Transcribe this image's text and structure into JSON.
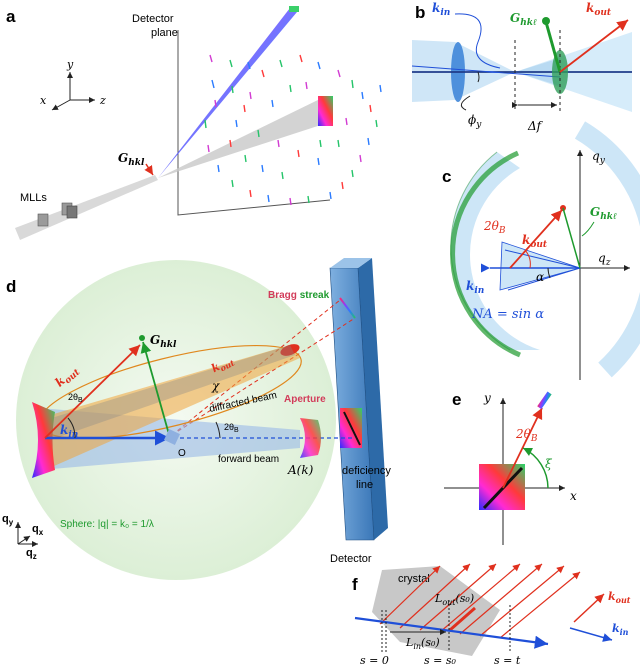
{
  "panels": {
    "a": {
      "label": "a",
      "detector": "Detector",
      "plane": "plane",
      "axis_x": "x",
      "axis_y": "y",
      "axis_z": "z",
      "g_vector": "G",
      "g_sub": "hkl",
      "mlls": "MLLs"
    },
    "b": {
      "label": "b",
      "k_in": "k",
      "k_in_sub": "in",
      "g_vector": "G",
      "g_sub": "hkℓ",
      "k_out": "k",
      "k_out_sub": "out",
      "phi": "ϕ",
      "phi_sub": "y",
      "delta_f": "Δf"
    },
    "c": {
      "label": "c",
      "qy": "q",
      "qy_sub": "y",
      "qz": "q",
      "qz_sub": "z",
      "two_theta": "2θ",
      "two_theta_sub": "B",
      "k_out": "k",
      "k_out_sub": "out",
      "g_vector": "G",
      "g_sub": "hkℓ",
      "k_in": "k",
      "k_in_sub": "in",
      "alpha": "α",
      "na_text": "NA = sin α"
    },
    "d": {
      "label": "d",
      "bragg": "Bragg",
      "streak": "streak",
      "g_vector": "G",
      "g_sub": "hkl",
      "k_out": "k",
      "k_out_sub": "out",
      "two_theta_left": "2θ",
      "two_theta_left_sub": "B",
      "chi": "χ",
      "diffracted": "diffracted beam",
      "aperture": "Aperture",
      "k_in": "k",
      "k_in_sub": "in",
      "origin": "O",
      "two_theta_mid": "2θ",
      "two_theta_mid_sub": "B",
      "forward": "forward beam",
      "a_k": "A(k)",
      "deficiency": "deficiency",
      "line": "line",
      "sphere": "Sphere: |q| = k₀ = 1/λ",
      "detector": "Detector",
      "qy": "q",
      "qy_sub": "y",
      "qx": "q",
      "qx_sub": "x",
      "qz": "q",
      "qz_sub": "z"
    },
    "e": {
      "label": "e",
      "axis_y": "y",
      "axis_x": "x",
      "two_theta": "2θ",
      "two_theta_sub": "B",
      "xi": "ξ"
    },
    "f": {
      "label": "f",
      "crystal": "crystal",
      "l_out": "L",
      "l_out_sub": "out",
      "l_out_arg": "(s₀)",
      "l_in": "L",
      "l_in_sub": "in",
      "l_in_arg": "(s₀)",
      "s0": "s = 0",
      "s_s0": "s = s₀",
      "s_t": "s = t",
      "k_out": "k",
      "k_out_sub": "out",
      "k_in": "k",
      "k_in_sub": "in"
    }
  },
  "colors": {
    "k_in": "#1f4fd8",
    "k_out": "#e0301e",
    "g_vector": "#1e9a2e",
    "light_blue": "#bfe1f5",
    "sphere": "#e8f4e4",
    "detector": "#3a77b8"
  }
}
